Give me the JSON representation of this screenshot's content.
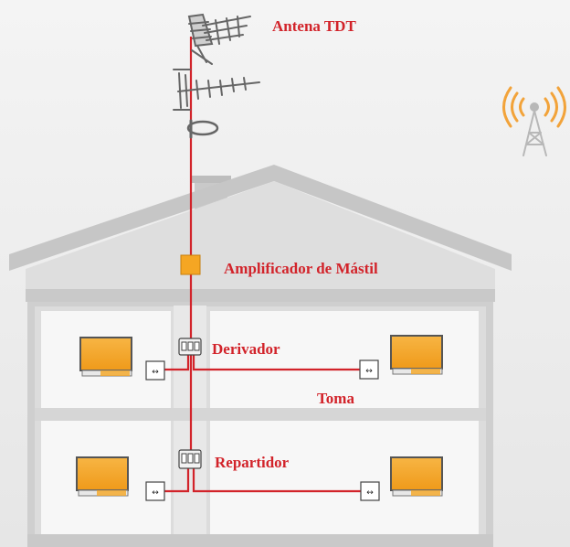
{
  "labels": {
    "antenna": "Antena TDT",
    "mast_amplifier": "Amplificador de Mástil",
    "tap": "Derivador",
    "outlet": "Toma",
    "splitter": "Repartidor"
  },
  "colors": {
    "label_text": "#d2232a",
    "cable": "#d2232a",
    "device_orange": "#f5a623",
    "wall": "#c4c4c4",
    "room_fill": "#f7f7f7",
    "signal_icon": "#f2a33a",
    "background": "#ececec"
  },
  "icons": {
    "tower": "signal-tower-icon",
    "tv": "television-icon",
    "outlet": "wall-outlet-icon",
    "tap": "tap-device-icon",
    "splitter": "splitter-device-icon",
    "antenna": "tdt-antenna-icon",
    "amplifier": "amplifier-icon"
  }
}
